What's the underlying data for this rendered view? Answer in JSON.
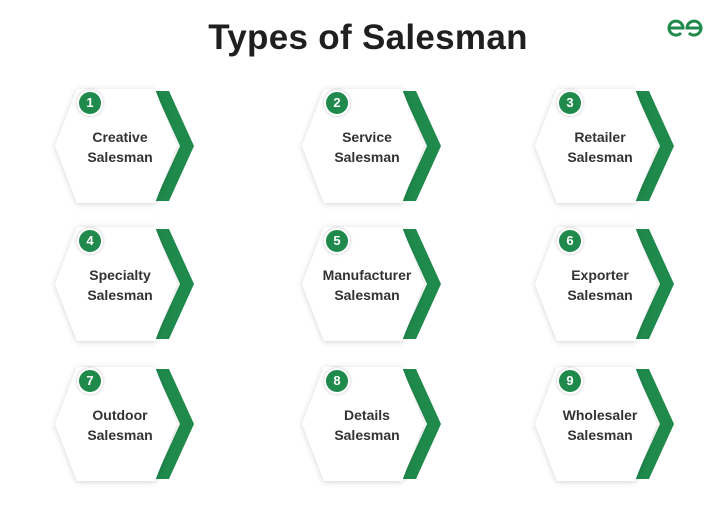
{
  "title": "Types of Salesman",
  "logo": {
    "name": "GeeksforGeeks",
    "icon": "gfg-logo-icon"
  },
  "colors": {
    "accent": "#1f8a4c",
    "text": "#333333",
    "title": "#1f1f1f"
  },
  "items": [
    {
      "number": "1",
      "line1": "Creative",
      "line2": "Salesman"
    },
    {
      "number": "2",
      "line1": "Service",
      "line2": "Salesman"
    },
    {
      "number": "3",
      "line1": "Retailer",
      "line2": "Salesman"
    },
    {
      "number": "4",
      "line1": "Specialty",
      "line2": "Salesman"
    },
    {
      "number": "5",
      "line1": "Manufacturer",
      "line2": "Salesman"
    },
    {
      "number": "6",
      "line1": "Exporter",
      "line2": "Salesman"
    },
    {
      "number": "7",
      "line1": "Outdoor",
      "line2": "Salesman"
    },
    {
      "number": "8",
      "line1": "Details",
      "line2": "Salesman"
    },
    {
      "number": "9",
      "line1": "Wholesaler",
      "line2": "Salesman"
    }
  ]
}
